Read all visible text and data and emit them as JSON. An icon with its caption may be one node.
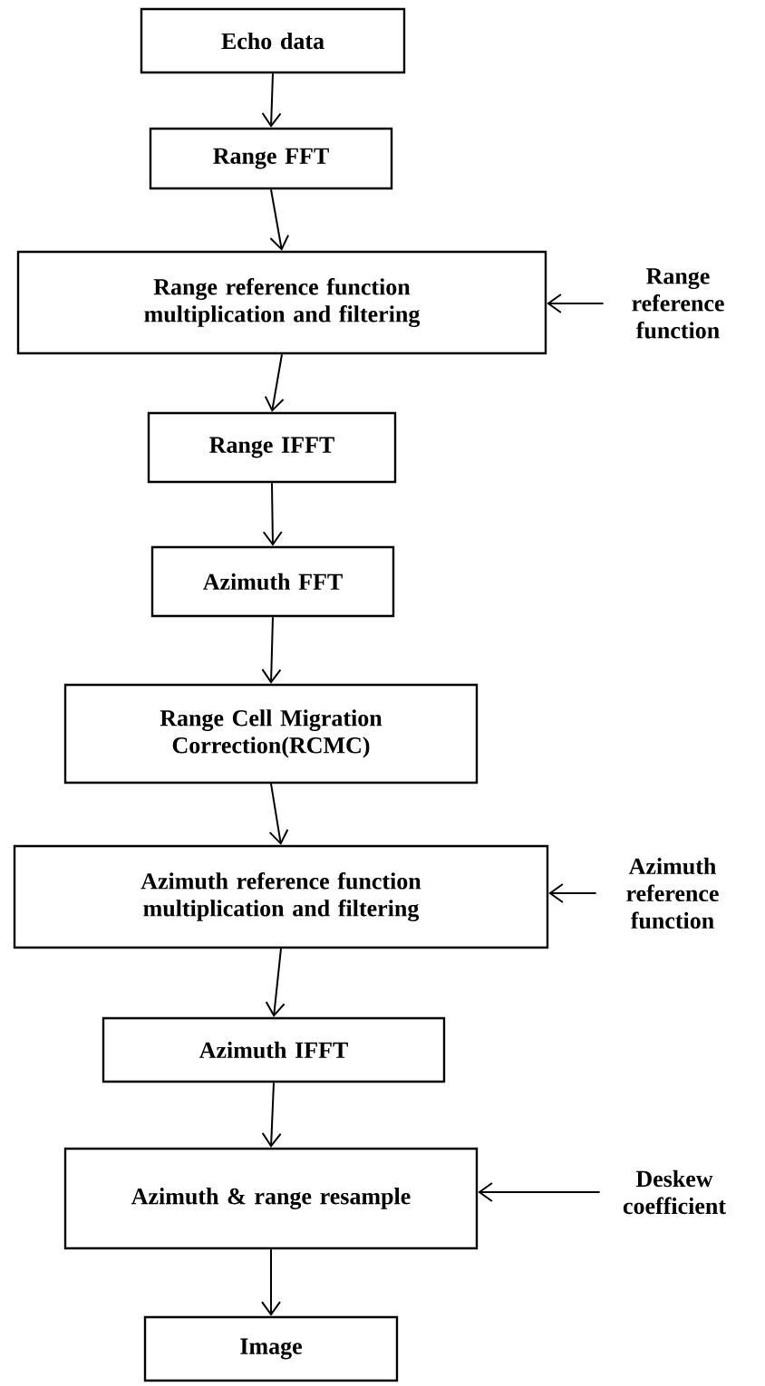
{
  "diagram": {
    "nodes": [
      {
        "text": [
          "Echo data"
        ]
      },
      {
        "text": [
          "Range FFT"
        ]
      },
      {
        "text": [
          "Range reference function multiplication and filtering"
        ]
      },
      {
        "text": [
          "Range reference function"
        ]
      },
      {
        "text": [
          "Range IFFT"
        ]
      },
      {
        "text": [
          "Azimuth FFT"
        ]
      },
      {
        "text": [
          "Range Cell Migration Correction(RCMC)"
        ]
      },
      {
        "text": [
          "Azimuth reference function multiplication and filtering"
        ]
      },
      {
        "text": [
          "Azimuth reference function"
        ]
      },
      {
        "text": [
          "Azimuth IFFT"
        ]
      },
      {
        "text": [
          "Azimuth & range resample"
        ]
      },
      {
        "text": [
          "Deskew coefficient"
        ]
      },
      {
        "text": [
          "Image"
        ]
      }
    ],
    "edges": [
      {
        "from": 0,
        "to": 1,
        "arrow": "to"
      },
      {
        "from": 1,
        "to": 2,
        "arrow": "to"
      },
      {
        "from": 3,
        "to": 2,
        "arrow": "to"
      },
      {
        "from": 2,
        "to": 4,
        "arrow": "to"
      },
      {
        "from": 4,
        "to": 5,
        "arrow": "to"
      },
      {
        "from": 5,
        "to": 6,
        "arrow": "to"
      },
      {
        "from": 6,
        "to": 7,
        "arrow": "to"
      },
      {
        "from": 8,
        "to": 7,
        "arrow": "to"
      },
      {
        "from": 7,
        "to": 9,
        "arrow": "to"
      },
      {
        "from": 9,
        "to": 10,
        "arrow": "to"
      },
      {
        "from": 11,
        "to": 10,
        "arrow": "to"
      },
      {
        "from": 10,
        "to": 12,
        "arrow": "to"
      }
    ]
  }
}
